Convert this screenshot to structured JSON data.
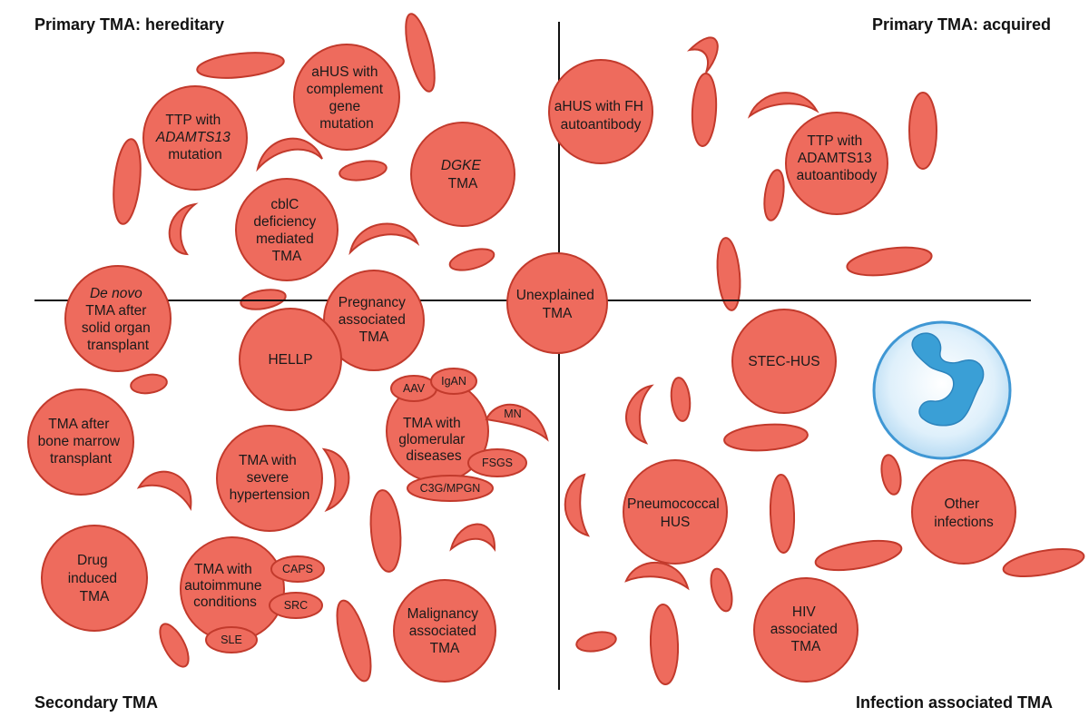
{
  "quadrants": {
    "top_left": "Primary TMA: hereditary",
    "top_right": "Primary TMA: acquired",
    "bottom_left": "Secondary TMA",
    "bottom_right": "Infection associated TMA"
  },
  "cells": {
    "ttp_hereditary": [
      "TTP with",
      "ADAMTS13",
      "mutation"
    ],
    "ahus_complement": [
      "aHUS with",
      "complement",
      "gene",
      "mutation"
    ],
    "dgke": [
      "DGKE",
      "TMA"
    ],
    "cblc": [
      "cblC",
      "deficiency",
      "mediated",
      "TMA"
    ],
    "de_novo": [
      "De novo",
      "TMA after",
      "solid organ",
      "transplant"
    ],
    "pregnancy": [
      "Pregnancy",
      "associated",
      "TMA"
    ],
    "hellp": [
      "HELLP"
    ],
    "unexplained": [
      "Unexplained",
      "TMA"
    ],
    "ahus_fh": [
      "aHUS with FH",
      "autoantibody"
    ],
    "ttp_acquired": [
      "TTP with",
      "ADAMTS13",
      "autoantibody"
    ],
    "bmt": [
      "TMA after",
      "bone marrow",
      "transplant"
    ],
    "hypertension": [
      "TMA with",
      "severe",
      "hypertension"
    ],
    "glomerular": [
      "TMA with",
      "glomerular",
      "diseases"
    ],
    "drug": [
      "Drug",
      "induced",
      "TMA"
    ],
    "autoimmune": [
      "TMA with",
      "autoimmune",
      "conditions"
    ],
    "malignancy": [
      "Malignancy",
      "associated",
      "TMA"
    ],
    "stec": [
      "STEC-HUS"
    ],
    "pneumococcal": [
      "Pneumococcal",
      "HUS"
    ],
    "other_infections": [
      "Other",
      "infections"
    ],
    "hiv": [
      "HIV",
      "associated",
      "TMA"
    ]
  },
  "satellites": {
    "aav": "AAV",
    "igan": "IgAN",
    "mn": "MN",
    "fsgs": "FSGS",
    "c3g": "C3G/MPGN",
    "caps": "CAPS",
    "src": "SRC",
    "sle": "SLE"
  },
  "colors": {
    "cell_fill": "#ee6b5d",
    "cell_stroke": "#c23a2c",
    "leukocyte_fill": "#dff0fb",
    "leukocyte_stroke": "#3f97d4",
    "nucleus": "#3a9fd6"
  },
  "icons": [
    "red-blood-cell-icon",
    "schistocyte-icon",
    "leukocyte-icon"
  ]
}
